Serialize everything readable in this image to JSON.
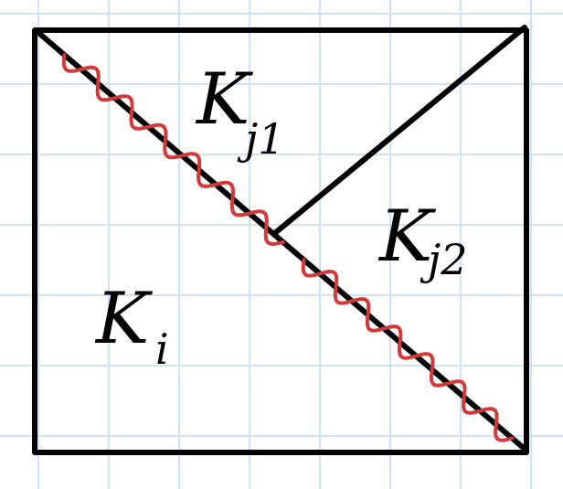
{
  "colors": {
    "background": "#ffffff",
    "grid": "#cfe3f5",
    "stroke": "#000000",
    "wavy": "#d23a3a"
  },
  "labels": {
    "kj1": {
      "main": "K",
      "sub": "j1"
    },
    "kj2": {
      "main": "K",
      "sub": "j2"
    },
    "ki": {
      "main": "K",
      "sub": "i"
    }
  }
}
